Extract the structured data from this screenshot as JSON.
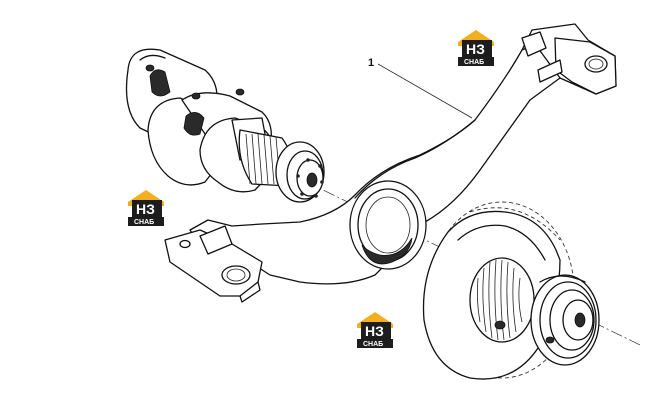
{
  "callouts": [
    {
      "label": "1"
    }
  ],
  "watermark": {
    "top_text": "НЗ",
    "bottom_text": "СНАБ",
    "accent_color": "#f2b01e",
    "dark_color": "#1d1d1d"
  },
  "colors": {
    "line": "#111111",
    "background": "#ffffff"
  }
}
